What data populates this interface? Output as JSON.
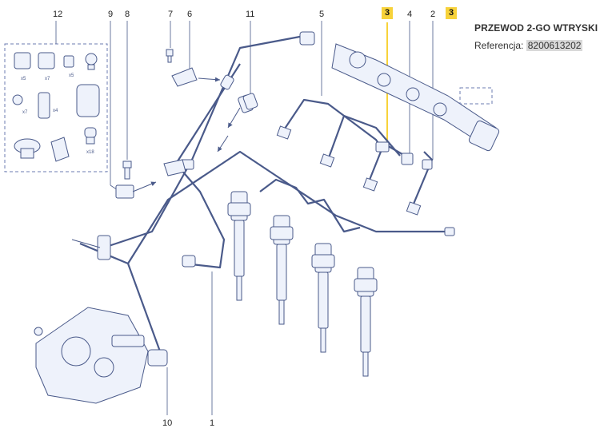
{
  "part_info": {
    "title": "PRZEWOD 2-GO WTRYSKI",
    "reference_label": "Referencja:",
    "reference_value": "8200613202"
  },
  "callouts": [
    {
      "id": "c12",
      "label": "12"
    },
    {
      "id": "c9",
      "label": "9"
    },
    {
      "id": "c8",
      "label": "8"
    },
    {
      "id": "c7",
      "label": "7"
    },
    {
      "id": "c6",
      "label": "6"
    },
    {
      "id": "c11",
      "label": "11"
    },
    {
      "id": "c5",
      "label": "5"
    },
    {
      "id": "c4",
      "label": "4"
    },
    {
      "id": "c2",
      "label": "2"
    },
    {
      "id": "c10",
      "label": "10"
    },
    {
      "id": "c1",
      "label": "1"
    }
  ],
  "highlighted_callout": {
    "label": "3",
    "color": "#f7d23a"
  },
  "kit_quantities": {
    "q1": "x5",
    "q2": "x7",
    "q3": "x5",
    "q4": "x7",
    "q5": "x4",
    "q6": "x18"
  },
  "colors": {
    "line": "#4a5a8a",
    "part_fill": "#eef2fb",
    "highlight": "#f7d23a"
  }
}
